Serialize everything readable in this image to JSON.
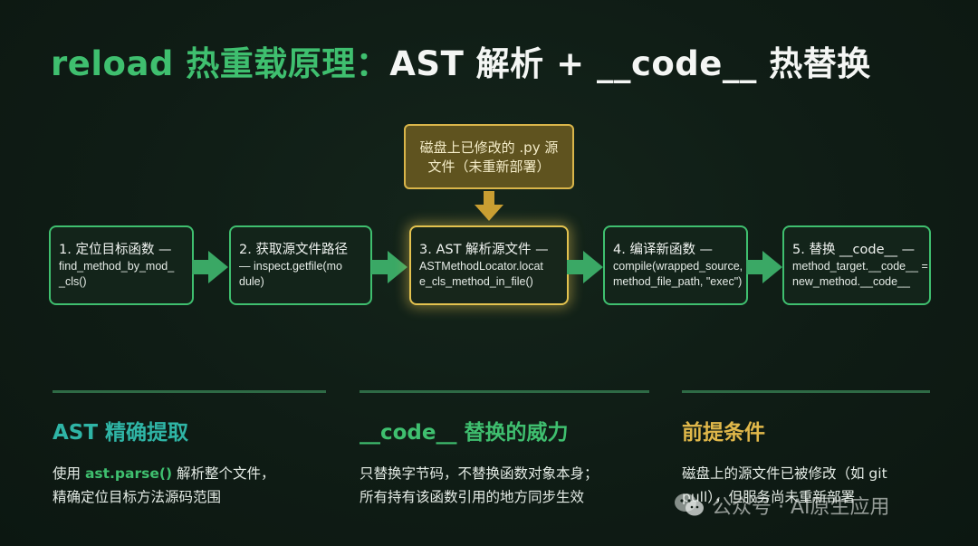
{
  "title": {
    "part1": "reload 热重载原理：",
    "part2": "AST 解析 + __code__ 热替换"
  },
  "source_box": {
    "line1": "磁盘上已修改的 .py 源",
    "line2": "文件（未重新部署）"
  },
  "steps": [
    {
      "title": "1. 定位目标函数 —",
      "code": "find_method_by_mod_\n_cls()"
    },
    {
      "title": "2. 获取源文件路径",
      "code": "— inspect.getfile(mo\ndule)"
    },
    {
      "title": "3. AST 解析源文件 —",
      "code": "ASTMethodLocator.locat\ne_cls_method_in_file()"
    },
    {
      "title": "4. 编译新函数 —",
      "code": "compile(wrapped_source,\nmethod_file_path, \"exec\")"
    },
    {
      "title": "5. 替换 __code__ —",
      "code": "method_target.__code__ =\nnew_method.__code__"
    }
  ],
  "columns": [
    {
      "heading": "AST 精确提取",
      "color": "#2fb5a6",
      "body_prefix": "使用 ",
      "body_code": "ast.parse()",
      "body_suffix": " 解析整个文件，",
      "body_line2": "精确定位目标方法源码范围"
    },
    {
      "heading": "__code__ 替换的威力",
      "color": "#3fbf6f",
      "body_line1": "只替换字节码，不替换函数对象本身；",
      "body_line2": "所有持有该函数引用的地方同步生效"
    },
    {
      "heading": "前提条件",
      "color": "#e0b84a",
      "body_line1": "磁盘上的源文件已被修改（如 git",
      "body_line2": "pull），但服务尚未重新部署"
    }
  ],
  "watermark": {
    "icon": "wechat-icon",
    "text": "公众号 · AI原生应用"
  },
  "colors": {
    "accent_green": "#3fbf6f",
    "highlight_gold": "#e3c24f",
    "background": "#0f1c15"
  }
}
